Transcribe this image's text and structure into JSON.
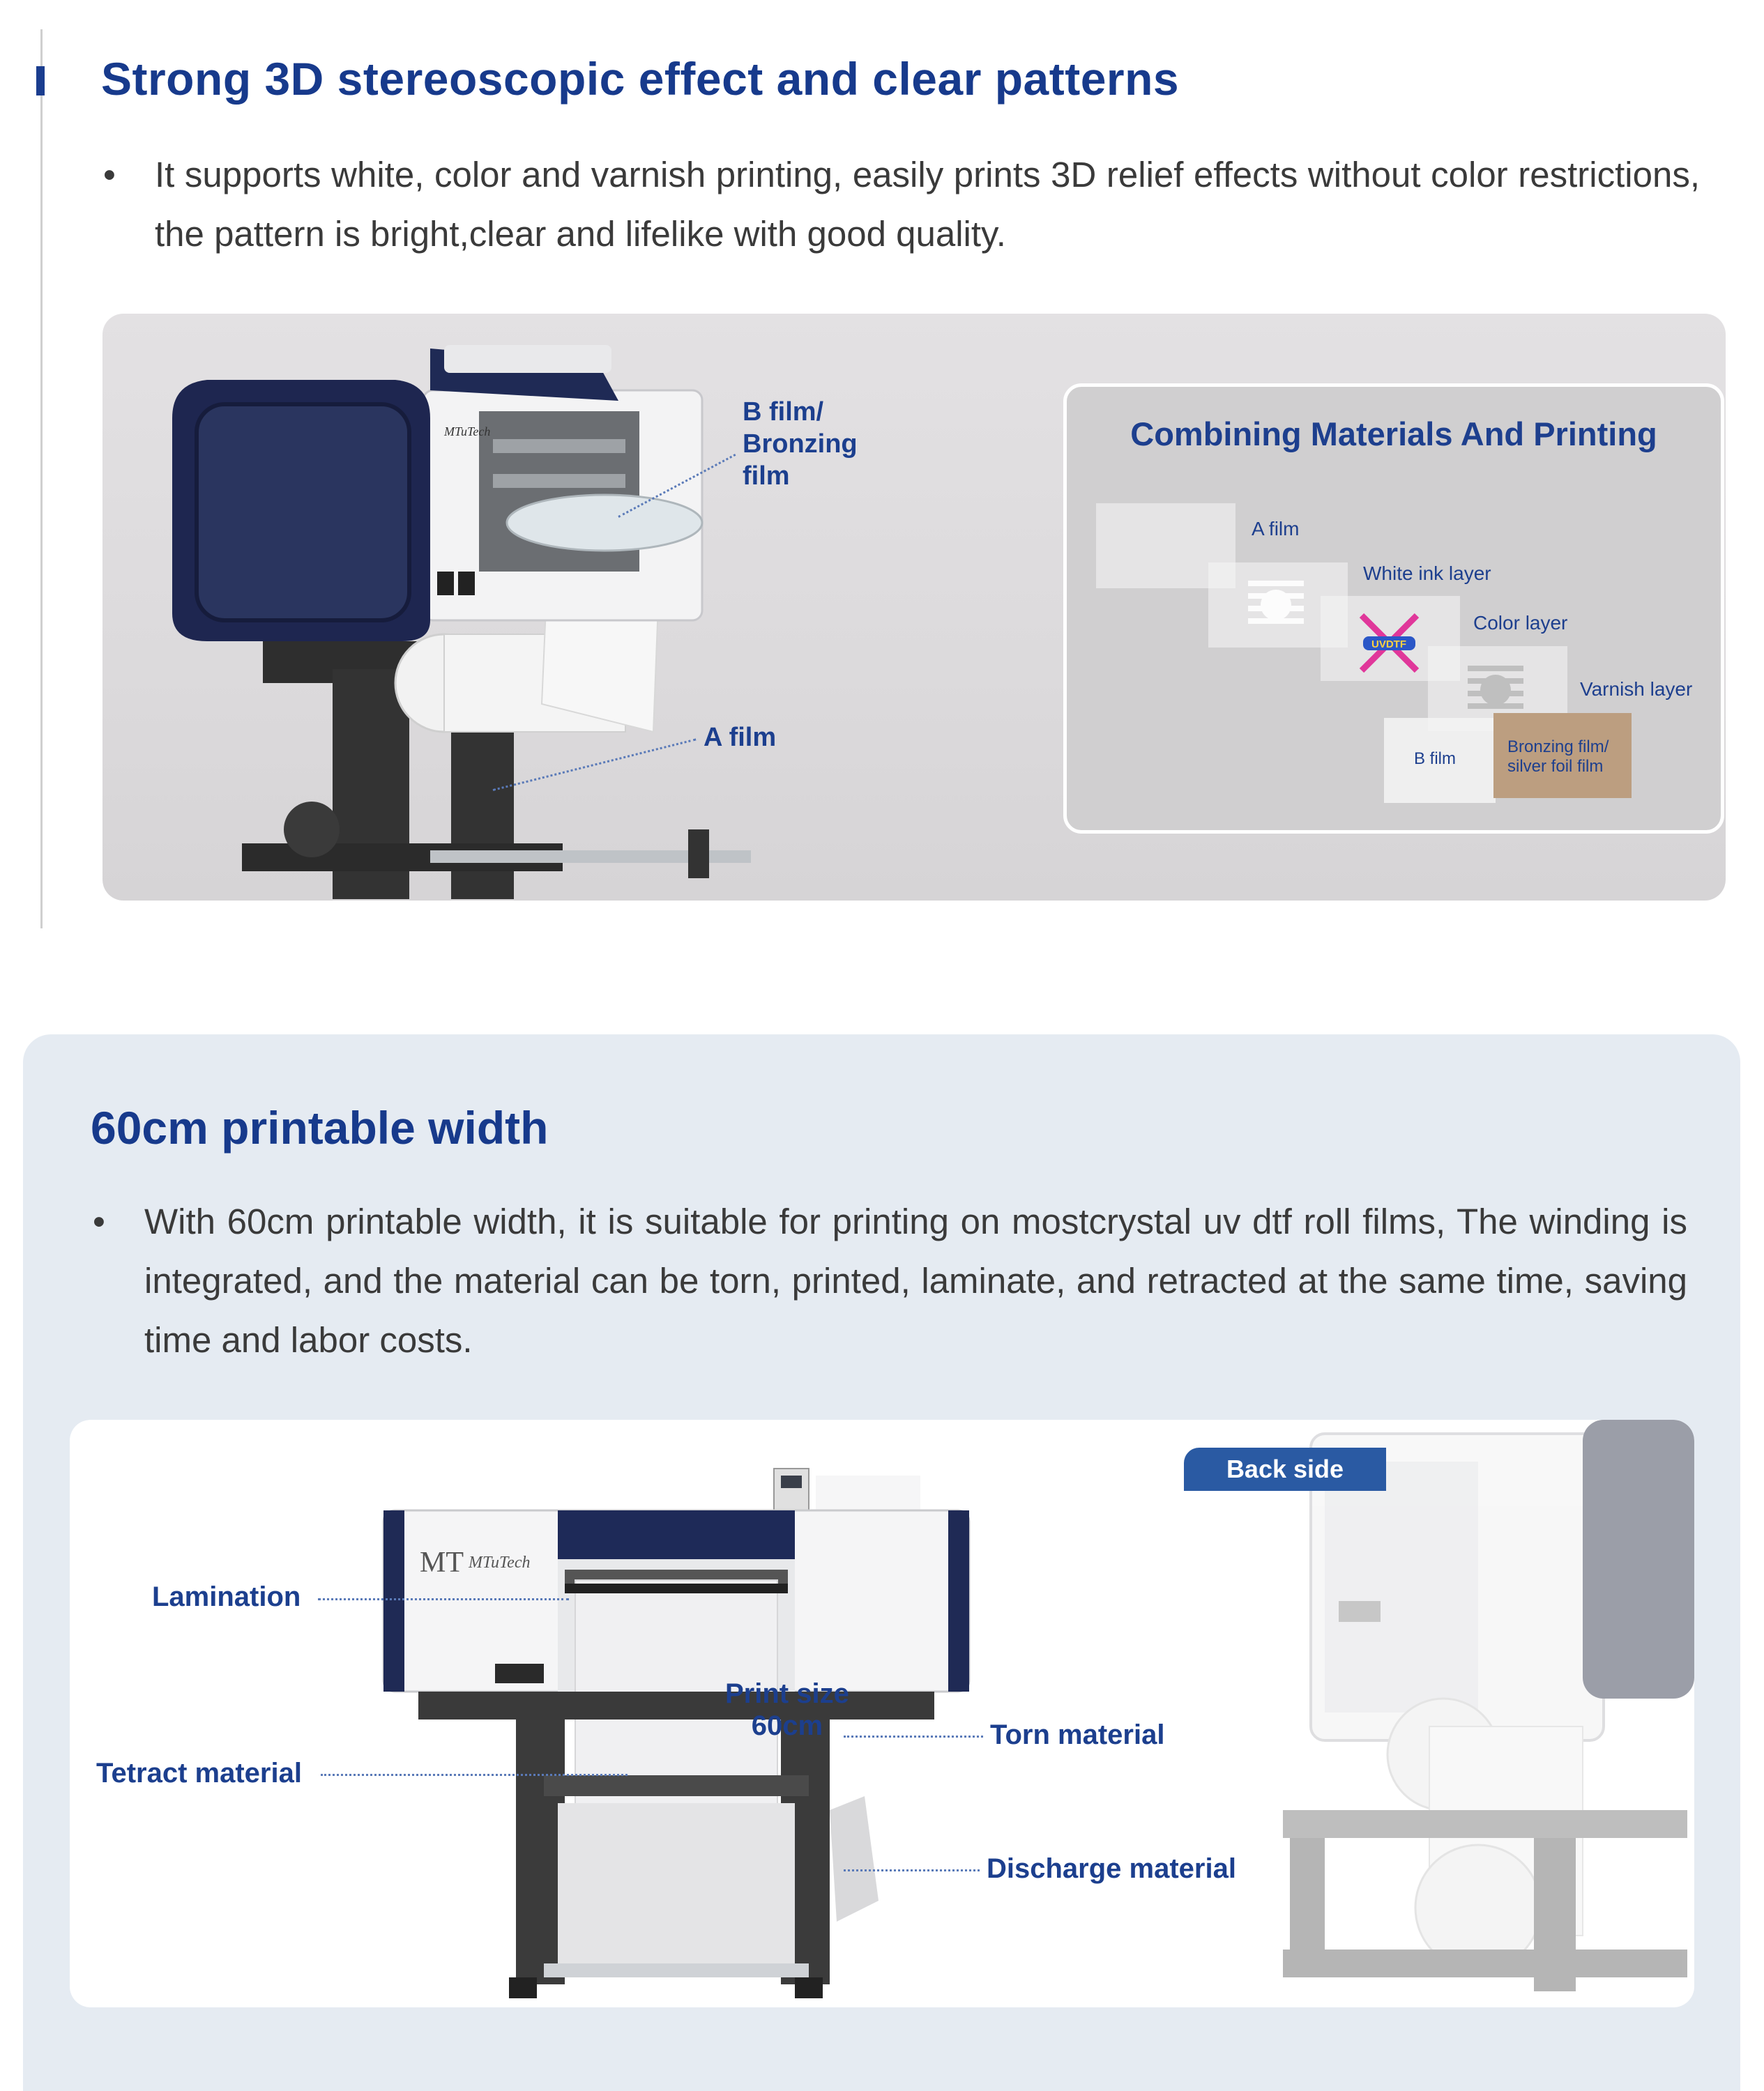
{
  "section1": {
    "title": "Strong 3D stereoscopic effect and clear patterns",
    "bullet": "It supports white, color and varnish printing, easily prints 3D relief effects without color restrictions, the pattern is bright,clear and lifelike with good quality.",
    "bullet_marker": "•",
    "callouts": {
      "b_film_line1": "B film/",
      "b_film_line2": "Bronzing",
      "b_film_line3": "film",
      "a_film": "A film"
    },
    "printer_brand": "MTuTech",
    "combo": {
      "title": "Combining Materials And Printing",
      "layers": {
        "a_film": "A film",
        "white_ink": "White ink layer",
        "color": "Color  layer",
        "varnish": "Varnish layer",
        "b_film": "B film",
        "bronzing_line1": "Bronzing film/",
        "bronzing_line2": "silver foil film"
      },
      "logo_text": "UVDTF",
      "colors": {
        "bronzing": "#bc9e80",
        "magenta": "#e0379a",
        "blue": "#2b57c7"
      }
    }
  },
  "section2": {
    "title": "60cm printable width",
    "bullet": "With 60cm printable width, it is suitable for printing on mostcrystal uv dtf roll films, The winding is integrated, and the material can be torn, printed, laminate, and retracted at the same time, saving time and labor costs.",
    "bullet_marker": "•",
    "labels": {
      "lamination": "Lamination",
      "tetract": "Tetract material",
      "print_size_line1": "Print size",
      "print_size_line2": "60cm",
      "torn": "Torn material",
      "discharge": "Discharge material",
      "back_side": "Back side"
    },
    "printer_brand": "MTuTech",
    "accent_color": "#173a8c"
  }
}
